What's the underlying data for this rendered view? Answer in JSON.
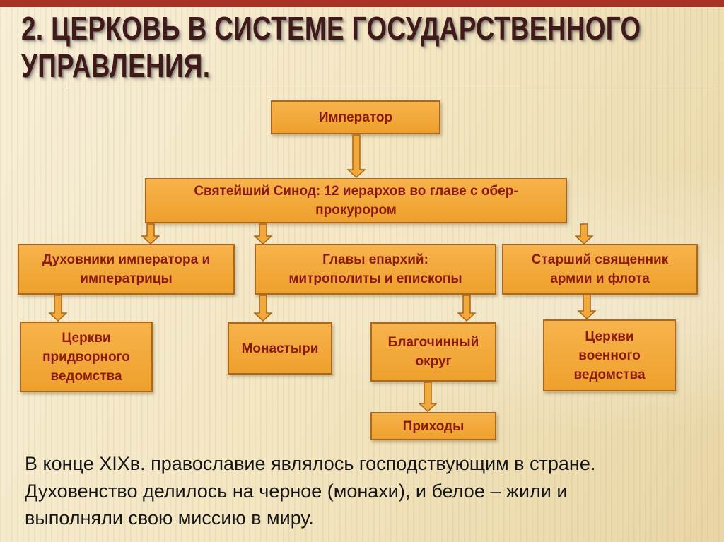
{
  "title": {
    "line1": "2. ЦЕРКОВЬ В СИСТЕМЕ ГОСУДАРСТВЕННОГО",
    "line2": "УПРАВЛЕНИЯ."
  },
  "diagram": {
    "type": "org-chart",
    "nodes": {
      "emperor": "Император",
      "synod": "Святейший Синод: 12 иерархов во главе с обер-\nпрокурором",
      "confessors": "Духовники императора и\nимператрицы",
      "eparchy_heads": "Главы епархий:\nмитрополиты и епископы",
      "army_priest": "Старший священник\nармии и флота",
      "court_churches": "Церкви\nпридворного\nведомства",
      "monasteries": "Монастыри",
      "deanery_district": "Благочинный\nокруг",
      "military_churches": "Церкви\nвоенного\nведомства",
      "parishes": "Приходы"
    },
    "edges": [
      [
        "emperor",
        "synod"
      ],
      [
        "synod",
        "confessors"
      ],
      [
        "synod",
        "eparchy_heads"
      ],
      [
        "synod",
        "army_priest"
      ],
      [
        "confessors",
        "court_churches"
      ],
      [
        "eparchy_heads",
        "monasteries"
      ],
      [
        "eparchy_heads",
        "deanery_district"
      ],
      [
        "army_priest",
        "military_churches"
      ],
      [
        "deanery_district",
        "parishes"
      ]
    ]
  },
  "footer": "В конце XIXв. православие являлось господствующим в стране.\nДуховенство делилось на черное (монахи), и белое – жили и\nвыполняли свою миссию в миру.",
  "colors": {
    "accent_bar": "#a93226",
    "node_fill": "#f2a43c",
    "node_border": "#aa681f",
    "node_text": "#8b1a0e",
    "title_text": "#40191b",
    "background": "#f3e6c3"
  }
}
